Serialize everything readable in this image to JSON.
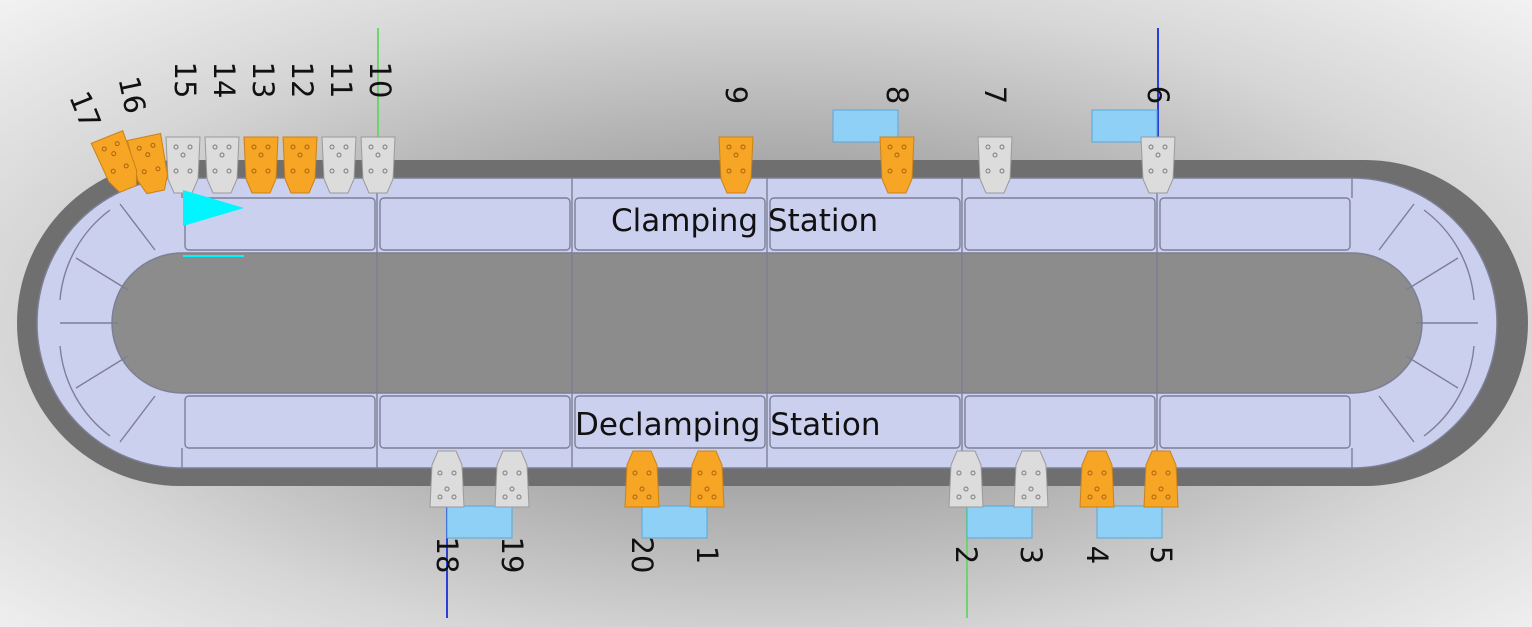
{
  "stations": {
    "clamping_label": "Clamping Station",
    "declamping_label": "Declamping Station"
  },
  "colors": {
    "track": "#ccd0ef",
    "track_outline": "#7c7f95",
    "track_base": "#6f6f6f",
    "carrier_orange": "#f7a524",
    "carrier_gray": "#dcdcdc",
    "station_block": "#8fd0f7",
    "direction_arrow": "#00f5ff",
    "marker_green": "#6fd36f",
    "marker_blue": "#2b3fd8"
  },
  "direction": "clockwise",
  "carriers": [
    {
      "id": "1",
      "label": "1",
      "color": "orange"
    },
    {
      "id": "20",
      "label": "20",
      "color": "orange"
    },
    {
      "id": "19",
      "label": "19",
      "color": "gray"
    },
    {
      "id": "18",
      "label": "18",
      "color": "gray"
    },
    {
      "id": "2",
      "label": "2",
      "color": "gray"
    },
    {
      "id": "3",
      "label": "3",
      "color": "gray"
    },
    {
      "id": "4",
      "label": "4",
      "color": "orange"
    },
    {
      "id": "5",
      "label": "5",
      "color": "orange"
    },
    {
      "id": "6",
      "label": "6",
      "color": "gray"
    },
    {
      "id": "7",
      "label": "7",
      "color": "gray"
    },
    {
      "id": "8",
      "label": "8",
      "color": "orange"
    },
    {
      "id": "9",
      "label": "9",
      "color": "orange"
    },
    {
      "id": "10",
      "label": "10",
      "color": "gray"
    },
    {
      "id": "11",
      "label": "11",
      "color": "gray"
    },
    {
      "id": "12",
      "label": "12",
      "color": "orange"
    },
    {
      "id": "13",
      "label": "13",
      "color": "orange"
    },
    {
      "id": "14",
      "label": "14",
      "color": "gray"
    },
    {
      "id": "15",
      "label": "15",
      "color": "gray"
    },
    {
      "id": "16",
      "label": "16",
      "color": "orange"
    },
    {
      "id": "17",
      "label": "17",
      "color": "orange"
    }
  ]
}
